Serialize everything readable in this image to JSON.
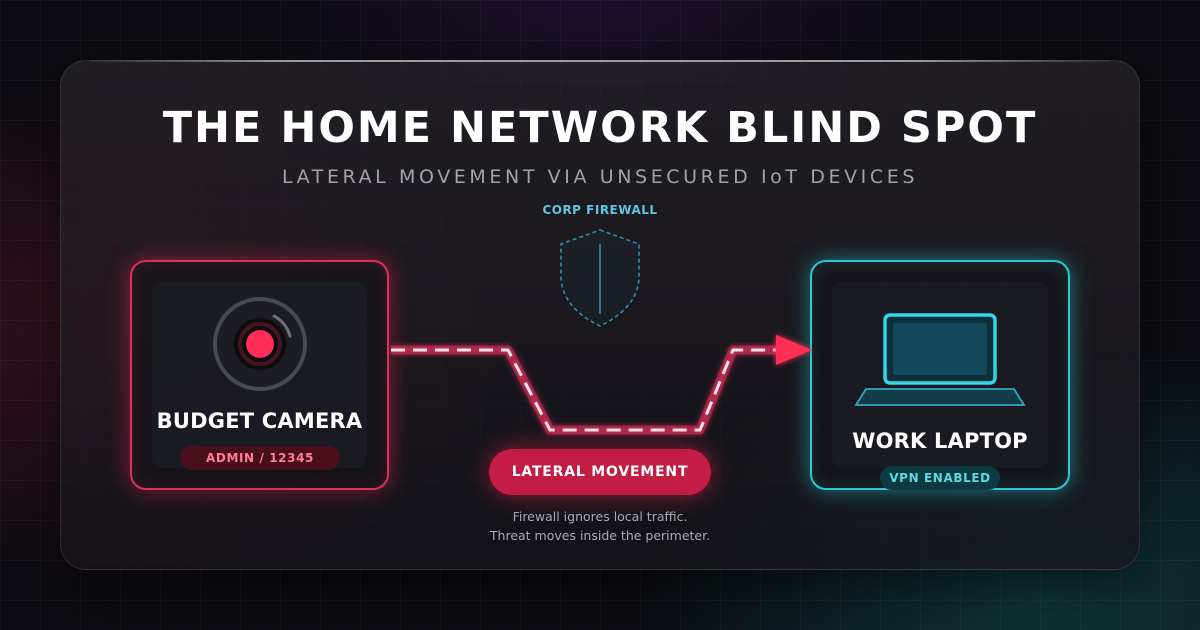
{
  "header": {
    "title": "THE HOME NETWORK BLIND SPOT",
    "subtitle": "LATERAL MOVEMENT VIA UNSECURED IoT DEVICES"
  },
  "firewall": {
    "label": "CORP FIREWALL",
    "icon": "shield-icon"
  },
  "source_device": {
    "name": "BUDGET CAMERA",
    "badge": "ADMIN / 12345",
    "icon": "camera-icon",
    "accent": "#e0305a"
  },
  "target_device": {
    "name": "WORK LAPTOP",
    "badge": "VPN ENABLED",
    "icon": "laptop-icon",
    "accent": "#2ec7d4"
  },
  "attack_path": {
    "label": "LATERAL MOVEMENT",
    "note_lines": [
      "Firewall ignores local traffic.",
      "Threat moves inside the perimeter."
    ],
    "color": "#e0305a"
  }
}
